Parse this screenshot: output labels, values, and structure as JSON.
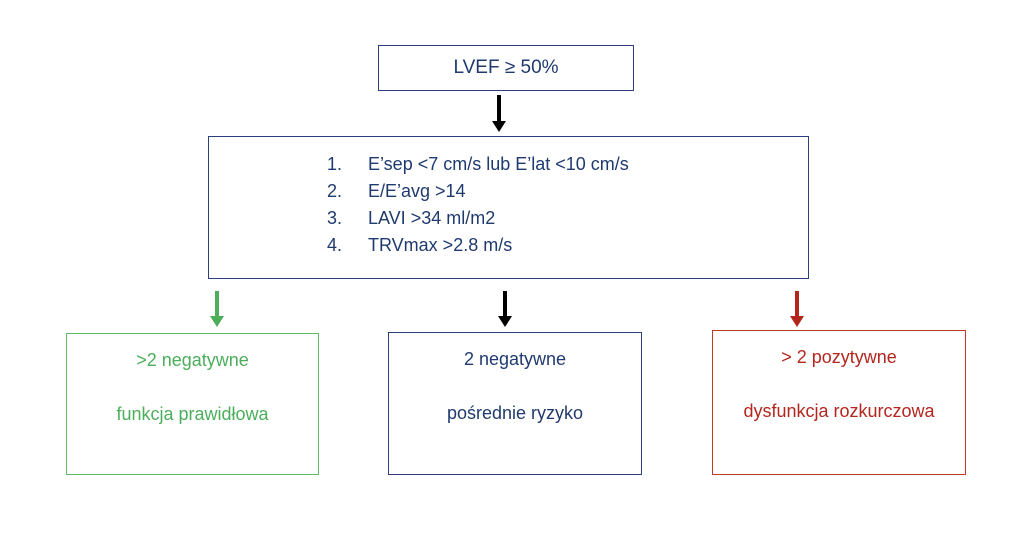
{
  "top": {
    "label": "LVEF ≥ 50%"
  },
  "criteria": {
    "items": [
      {
        "num": "1.",
        "text": "E’sep <7 cm/s lub E’lat <10 cm/s"
      },
      {
        "num": "2.",
        "text": "E/E’avg >14"
      },
      {
        "num": "3.",
        "text": "LAVI >34 ml/m2"
      },
      {
        "num": "4.",
        "text": "TRVmax >2.8 m/s"
      }
    ]
  },
  "outcomes": {
    "left": {
      "title": ">2 negatywne",
      "description": "funkcja prawidłowa",
      "color": "#4cae5b"
    },
    "center": {
      "title": "2 negatywne",
      "description": "pośrednie ryzyko",
      "color": "#1f3a6e"
    },
    "right": {
      "title": "> 2 pozytywne",
      "description": "dysfunkcja rozkurczowa",
      "color": "#b3261e"
    }
  },
  "colors": {
    "navy": "#1f3a6e",
    "green": "#4cae5b",
    "red": "#b3261e",
    "black_arrow": "#000000"
  }
}
